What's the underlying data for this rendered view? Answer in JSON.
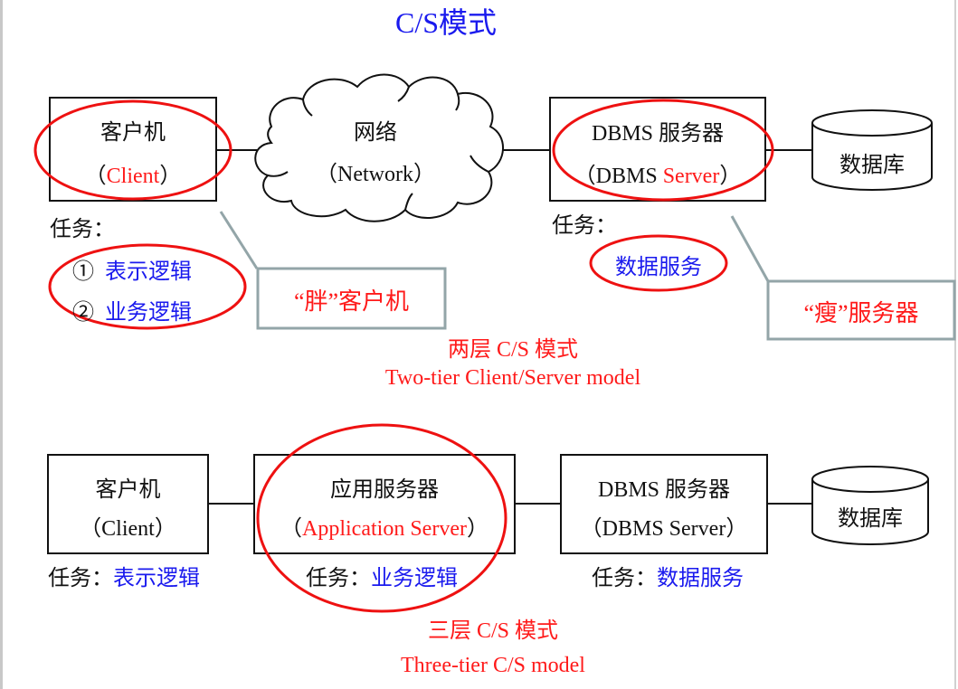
{
  "title": "C/S模式",
  "colors": {
    "title": "#1a1aee",
    "highlight": "#ff1a1a",
    "task": "#1a1aee",
    "callout_border": "#93a5a8",
    "ellipse": "#ee1111"
  },
  "two_tier": {
    "client": {
      "name": "客户机",
      "en_open": "（",
      "en": "Client",
      "en_close": "）"
    },
    "network": {
      "name": "网络",
      "en": "（Network）"
    },
    "dbms": {
      "name": "DBMS 服务器",
      "en_open": "（DBMS ",
      "en_highlight": "Server",
      "en_close": "）"
    },
    "database": "数据库",
    "client_task_label": "任务：",
    "client_tasks": [
      {
        "marker": "①",
        "text": "表示逻辑"
      },
      {
        "marker": "②",
        "text": "业务逻辑"
      }
    ],
    "server_task_label": "任务：",
    "server_task": "数据服务",
    "fat_client_callout": "“胖”客户机",
    "thin_server_callout": "“瘦”服务器",
    "caption_zh": "两层 C/S 模式",
    "caption_en": "Two-tier Client/Server model"
  },
  "three_tier": {
    "client": {
      "name": "客户机",
      "en": "（Client）"
    },
    "app_server": {
      "name": "应用服务器",
      "en_open": "（",
      "en": "Application Server",
      "en_close": "）"
    },
    "dbms": {
      "name": "DBMS 服务器",
      "en": "（DBMS Server）"
    },
    "database": "数据库",
    "client_task_label": "任务：",
    "client_task": "表示逻辑",
    "app_task_label": "任务：",
    "app_task": "业务逻辑",
    "dbms_task_label": "任务：",
    "dbms_task": "数据服务",
    "caption_zh": "三层 C/S 模式",
    "caption_en": "Three-tier C/S model"
  }
}
